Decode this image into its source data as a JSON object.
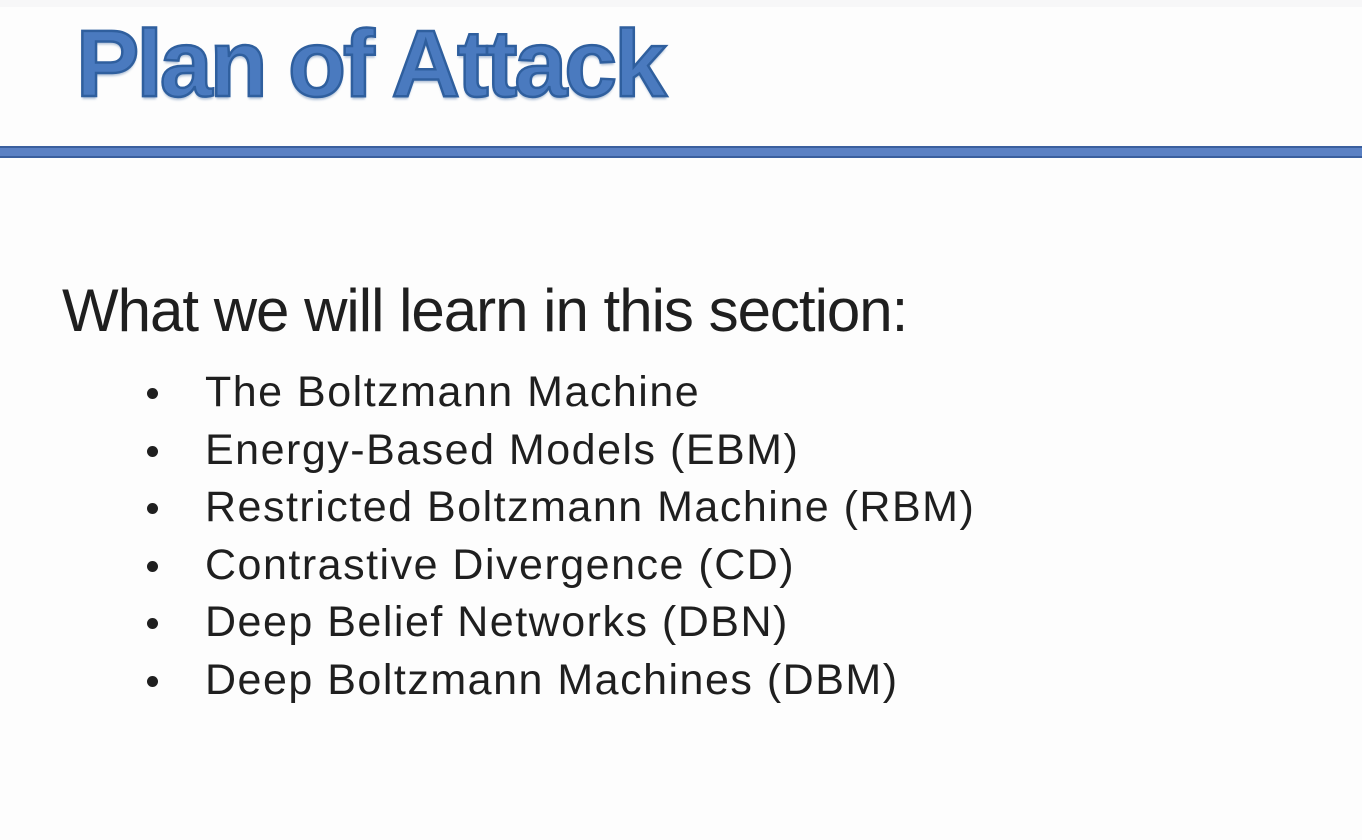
{
  "slide": {
    "title": "Plan of Attack",
    "heading": "What we will learn in this section:",
    "bullets": [
      "The Boltzmann Machine",
      "Energy-Based Models (EBM)",
      "Restricted Boltzmann Machine (RBM)",
      "Contrastive Divergence (CD)",
      "Deep Belief Networks (DBN)",
      "Deep Boltzmann Machines (DBM)"
    ]
  },
  "colors": {
    "title-fill": "#4a7abf",
    "title-outline": "#2f5f9e",
    "divider-core": "#5b81c4",
    "divider-edge": "#3a5f9e",
    "body-text": "#1f1f1f",
    "background": "#fdfdfd",
    "top-edge": "#f7f7f8"
  }
}
